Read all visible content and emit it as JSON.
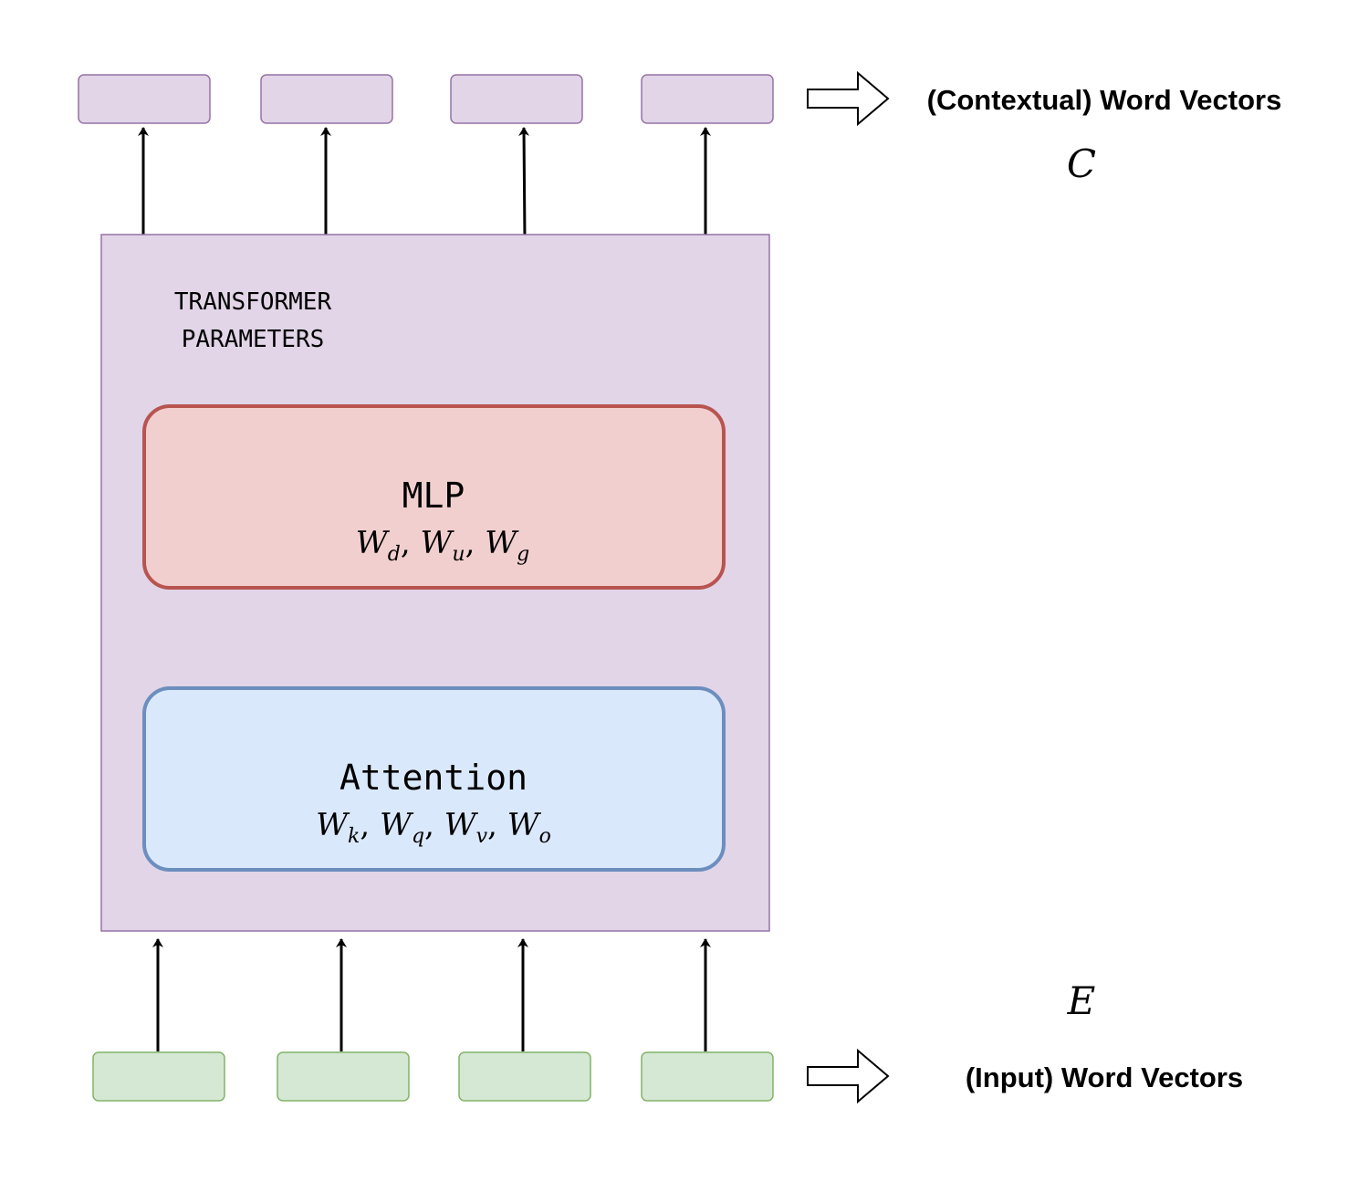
{
  "colors": {
    "output_fill": "#e1d5e7",
    "output_stroke": "#9673a6",
    "input_fill": "#d5e8d4",
    "input_stroke": "#82b366",
    "mlp_fill": "#f2cfcf",
    "mlp_stroke": "#b85450",
    "attention_fill": "#dae8fc",
    "attention_stroke": "#6c8ebf",
    "transformer_fill": "#e1d5e7",
    "transformer_stroke": "#9673a6"
  },
  "transformer": {
    "label_line1": "TRANSFORMER",
    "label_line2": "PARAMETERS"
  },
  "mlp": {
    "title": "MLP",
    "weights": [
      {
        "base": "W",
        "sub": "d"
      },
      {
        "base": "W",
        "sub": "u"
      },
      {
        "base": "W",
        "sub": "g"
      }
    ]
  },
  "attention": {
    "title": "Attention",
    "weights": [
      {
        "base": "W",
        "sub": "k"
      },
      {
        "base": "W",
        "sub": "q"
      },
      {
        "base": "W",
        "sub": "v"
      },
      {
        "base": "W",
        "sub": "o"
      }
    ]
  },
  "output": {
    "label": "(Contextual) Word Vectors",
    "symbol": "C",
    "count": 4
  },
  "input": {
    "label": "(Input) Word Vectors",
    "symbol": "E",
    "count": 4
  },
  "icons": {
    "output_arrow": "hollow-right-arrow-icon",
    "input_arrow": "hollow-right-arrow-icon"
  }
}
